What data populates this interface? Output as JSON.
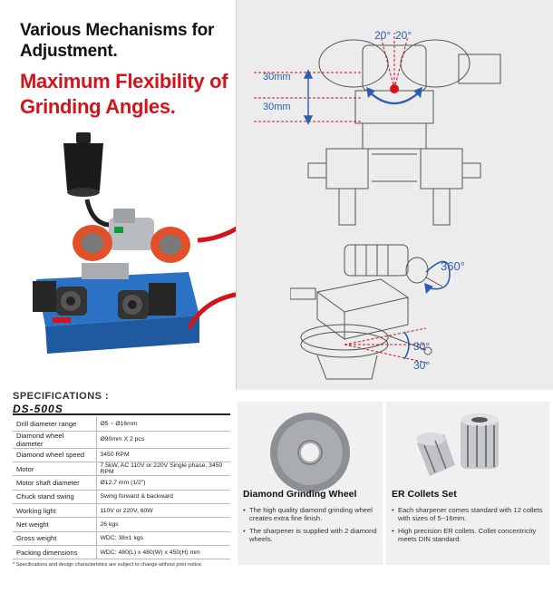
{
  "headline": {
    "line1": "Various Mechanisms for Adjustment.",
    "line2": "Maximum Flexibility of Grinding Angles."
  },
  "diagram": {
    "top_angle_left": "20°",
    "top_angle_right": "20°",
    "dim_upper": "30mm",
    "dim_lower": "30mm",
    "rotate_label": "360°",
    "swing_upper": "30°",
    "swing_lower": "30°"
  },
  "specs": {
    "title": "SPECIFICATIONS :",
    "model": "DS-500S",
    "rows": [
      {
        "k": "Drill diameter range",
        "v": "Ø5 ~ Ø16mm"
      },
      {
        "k": "Diamond wheel diameter",
        "v": "Ø90mm X 2 pcs"
      },
      {
        "k": "Diamond wheel speed",
        "v": "3450 RPM"
      },
      {
        "k": "Motor",
        "v": "7.5kW, AC 110V or 220V Single phase, 3450 RPM"
      },
      {
        "k": "Motor shaft diameter",
        "v": "Ø12.7 mm (1/2\")"
      },
      {
        "k": "Chuck stand swing",
        "v": "Swing forward & backward"
      },
      {
        "k": "Working light",
        "v": "110V or 220V, 60W"
      },
      {
        "k": "Net weight",
        "v": "26 kgs"
      },
      {
        "k": "Gross weight",
        "v": "WDC: 38±1 kgs"
      },
      {
        "k": "Packing dimensions",
        "v": "WDC: 480(L) x 480(W) x 450(H) mm"
      }
    ],
    "note": "* Specifications and design characteristics are subject to change without prior notice."
  },
  "wheel_card": {
    "title": "Diamond Grinding Wheel",
    "bullets": [
      "The high quality diamond grinding wheel creates extra fine finish.",
      "The sharpener is supplied with 2 diamond wheels."
    ]
  },
  "collet_card": {
    "title": "ER Collets Set",
    "bullets": [
      "Each sharpener comes standard with 12 collets with sizes of 5~16mm.",
      "High precision ER collets. Collet concentricity meets DIN standard."
    ]
  },
  "colors": {
    "accent_red": "#d3141b",
    "diagram_blue": "#2a5fb0",
    "machine_blue": "#2b72c4",
    "wheel_orange": "#e2502a"
  }
}
